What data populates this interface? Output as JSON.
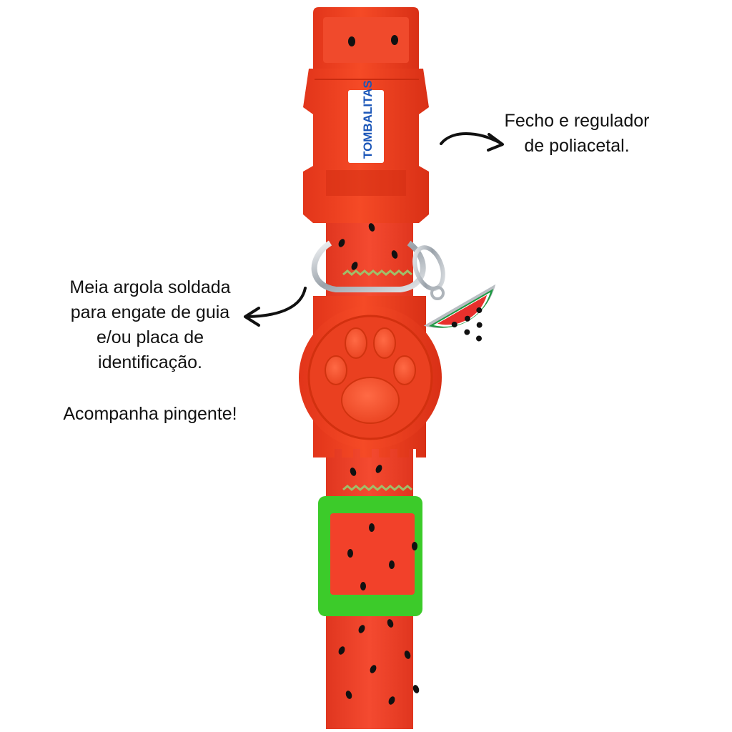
{
  "callouts": {
    "buckle": {
      "line1": "Fecho e regulador",
      "line2": "de poliacetal."
    },
    "ring": {
      "line1": "Meia argola soldada",
      "line2": "para engate de guia",
      "line3": "e/ou placa de",
      "line4": "identificação."
    },
    "pendant": "Acompanha pingente!"
  },
  "brand": {
    "logo_text": "TOMBALITAS"
  },
  "colors": {
    "collar_red": "#f2412a",
    "buckle_red": "#f23b1c",
    "buckle_shade": "#d92e12",
    "keeper_green": "#3ccb2a",
    "seed_black": "#111111",
    "stitch_green": "#9fbf6a",
    "metal": "#c9ced4",
    "background": "#ffffff"
  },
  "icons": [
    "paw-print-icon",
    "watermelon-pendant-icon",
    "curved-arrow-icon"
  ]
}
